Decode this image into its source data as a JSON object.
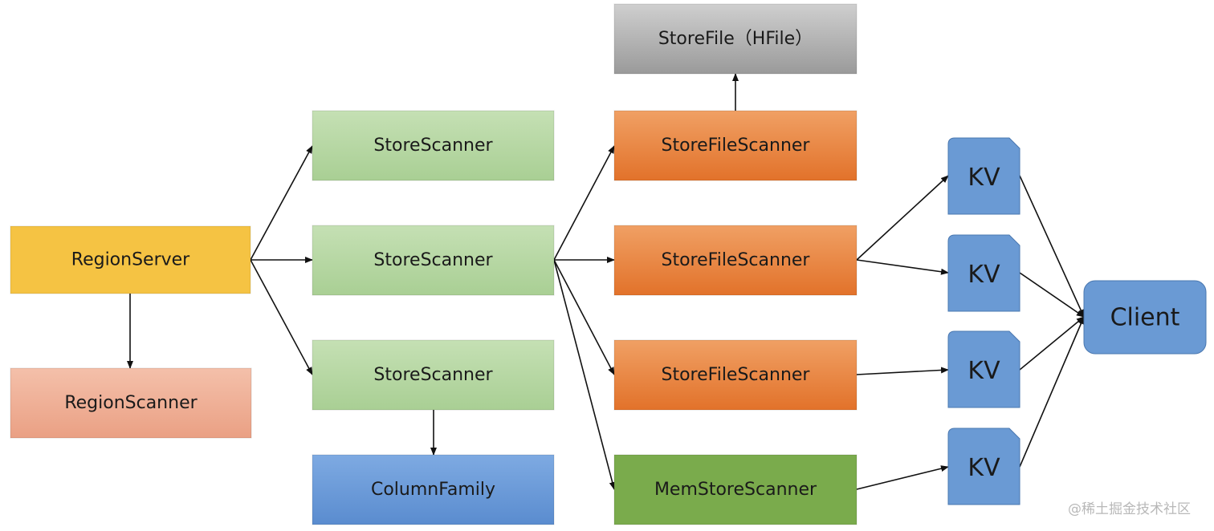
{
  "nodes": {
    "storefile": "StoreFile（HFile）",
    "store_scanner_1": "StoreScanner",
    "store_scanner_2": "StoreScanner",
    "store_scanner_3": "StoreScanner",
    "storefile_scanner_1": "StoreFileScanner",
    "storefile_scanner_2": "StoreFileScanner",
    "storefile_scanner_3": "StoreFileScanner",
    "memstore_scanner": "MemStoreScanner",
    "column_family": "ColumnFamily",
    "region_server": "RegionServer",
    "region_scanner": "RegionScanner",
    "kv_1": "KV",
    "kv_2": "KV",
    "kv_3": "KV",
    "kv_4": "KV",
    "client": "Client"
  },
  "colors": {
    "storefile": "#a8a8a8",
    "store_scanner": "#b6d7a3",
    "storefile_scanner": "#e9823e",
    "memstore_scanner": "#7aab4c",
    "column_family": "#6b9ddb",
    "region_server": "#f5c343",
    "region_scanner": "#efab92",
    "kv": "#6a9ad4",
    "client": "#6a9ad4"
  },
  "watermark": "@稀土掘金技术社区"
}
